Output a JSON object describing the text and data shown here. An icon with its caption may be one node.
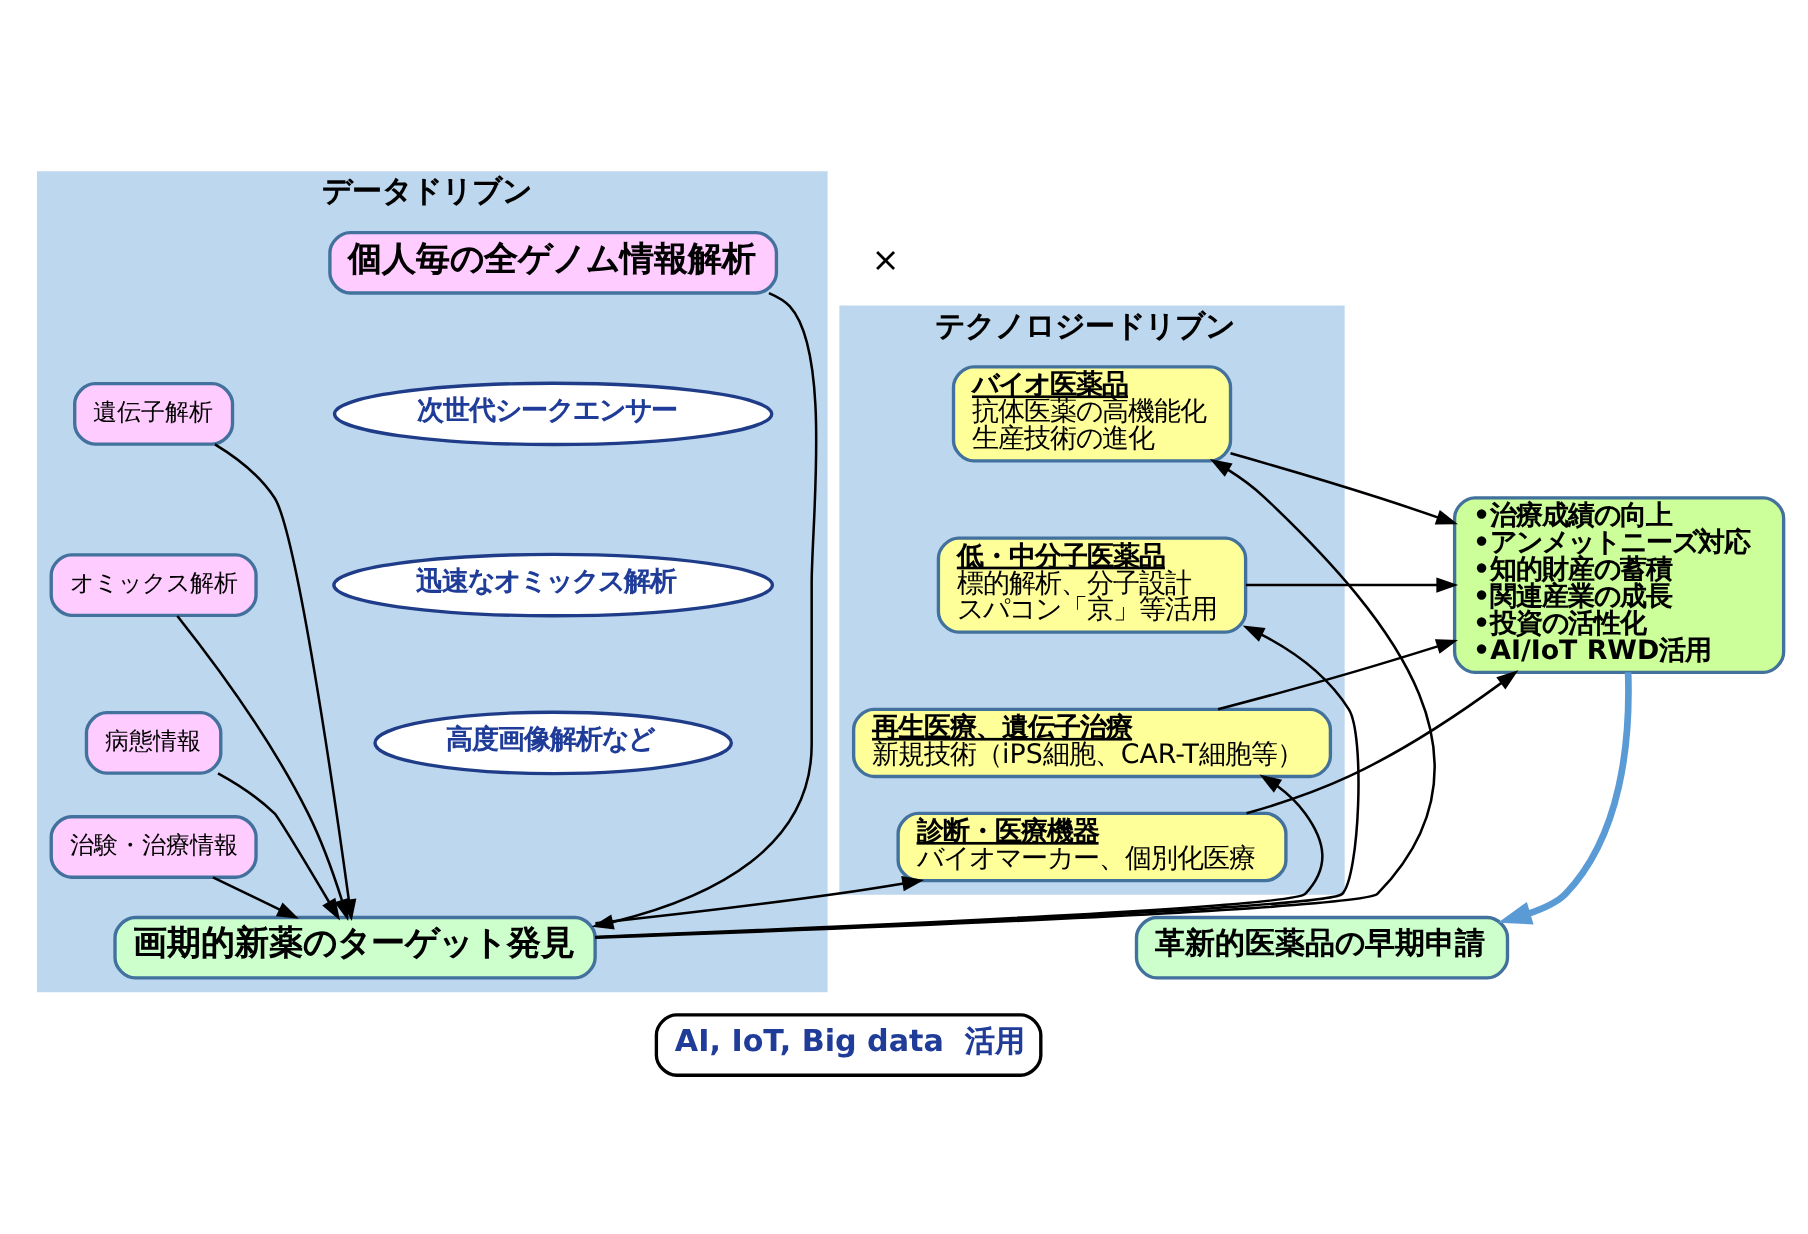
{
  "diagram": {
    "nodes": [
      {
        "text": [
          "データドリブン"
        ]
      },
      {
        "text": [
          "個人毎の全ゲノム情報解析"
        ],
        "in": 0
      },
      {
        "text": [
          "遺伝子解析"
        ],
        "in": 0
      },
      {
        "text": [
          "オミックス解析"
        ],
        "in": 0
      },
      {
        "text": [
          "病態情報"
        ],
        "in": 0
      },
      {
        "text": [
          "治験・治療情報"
        ],
        "in": 0
      },
      {
        "text": [
          "次世代シークエンサー"
        ],
        "in": 0
      },
      {
        "text": [
          "迅速なオミックス解析"
        ],
        "in": 0
      },
      {
        "text": [
          "高度画像解析など"
        ],
        "in": 0
      },
      {
        "text": [
          "画期的新薬のターゲット発見"
        ],
        "in": 0
      },
      {
        "text": [
          "テクノロジードリブン"
        ]
      },
      {
        "text": [
          "バイオ医薬品",
          "抗体医薬の高機能化",
          "生産技術の進化"
        ],
        "in": 10
      },
      {
        "text": [
          "低・中分子医薬品",
          "標的解析、分子設計",
          "スパコン「京」等活用"
        ],
        "in": 10
      },
      {
        "text": [
          "再生医療、遺伝子治療",
          "新規技術（iPS細胞、CAR-T細胞等）"
        ],
        "in": 10
      },
      {
        "text": [
          "診断・医療機器",
          "バイオマーカー、個別化医療"
        ],
        "in": 10
      },
      {
        "text": [
          "•治療成績の向上",
          "•アンメットニーズ対応",
          "•知的財産の蓄積",
          "•関連産業の成長",
          "•投資の活性化",
          "•AI/IoT RWD活用"
        ]
      },
      {
        "text": [
          "革新的医薬品の早期申請"
        ]
      },
      {
        "text": [
          "AI, IoT, Big data  活用"
        ]
      }
    ],
    "edges": [
      {
        "from": 1,
        "to": 9,
        "arrow": "to"
      },
      {
        "from": 2,
        "to": 9,
        "arrow": "to"
      },
      {
        "from": 3,
        "to": 9,
        "arrow": "to"
      },
      {
        "from": 4,
        "to": 9,
        "arrow": "to"
      },
      {
        "from": 5,
        "to": 9,
        "arrow": "to"
      },
      {
        "from": 9,
        "to": 11,
        "arrow": "to"
      },
      {
        "from": 9,
        "to": 12,
        "arrow": "to"
      },
      {
        "from": 9,
        "to": 13,
        "arrow": "to"
      },
      {
        "from": 9,
        "to": 14,
        "arrow": "to"
      },
      {
        "from": 11,
        "to": 15,
        "arrow": "to"
      },
      {
        "from": 12,
        "to": 15,
        "arrow": "to"
      },
      {
        "from": 13,
        "to": 15,
        "arrow": "to"
      },
      {
        "from": 14,
        "to": 15,
        "arrow": "to"
      },
      {
        "from": 15,
        "to": 16,
        "arrow": "to",
        "style": "thick",
        "color": "#5b9bd5"
      }
    ],
    "labels": [
      "×"
    ]
  }
}
